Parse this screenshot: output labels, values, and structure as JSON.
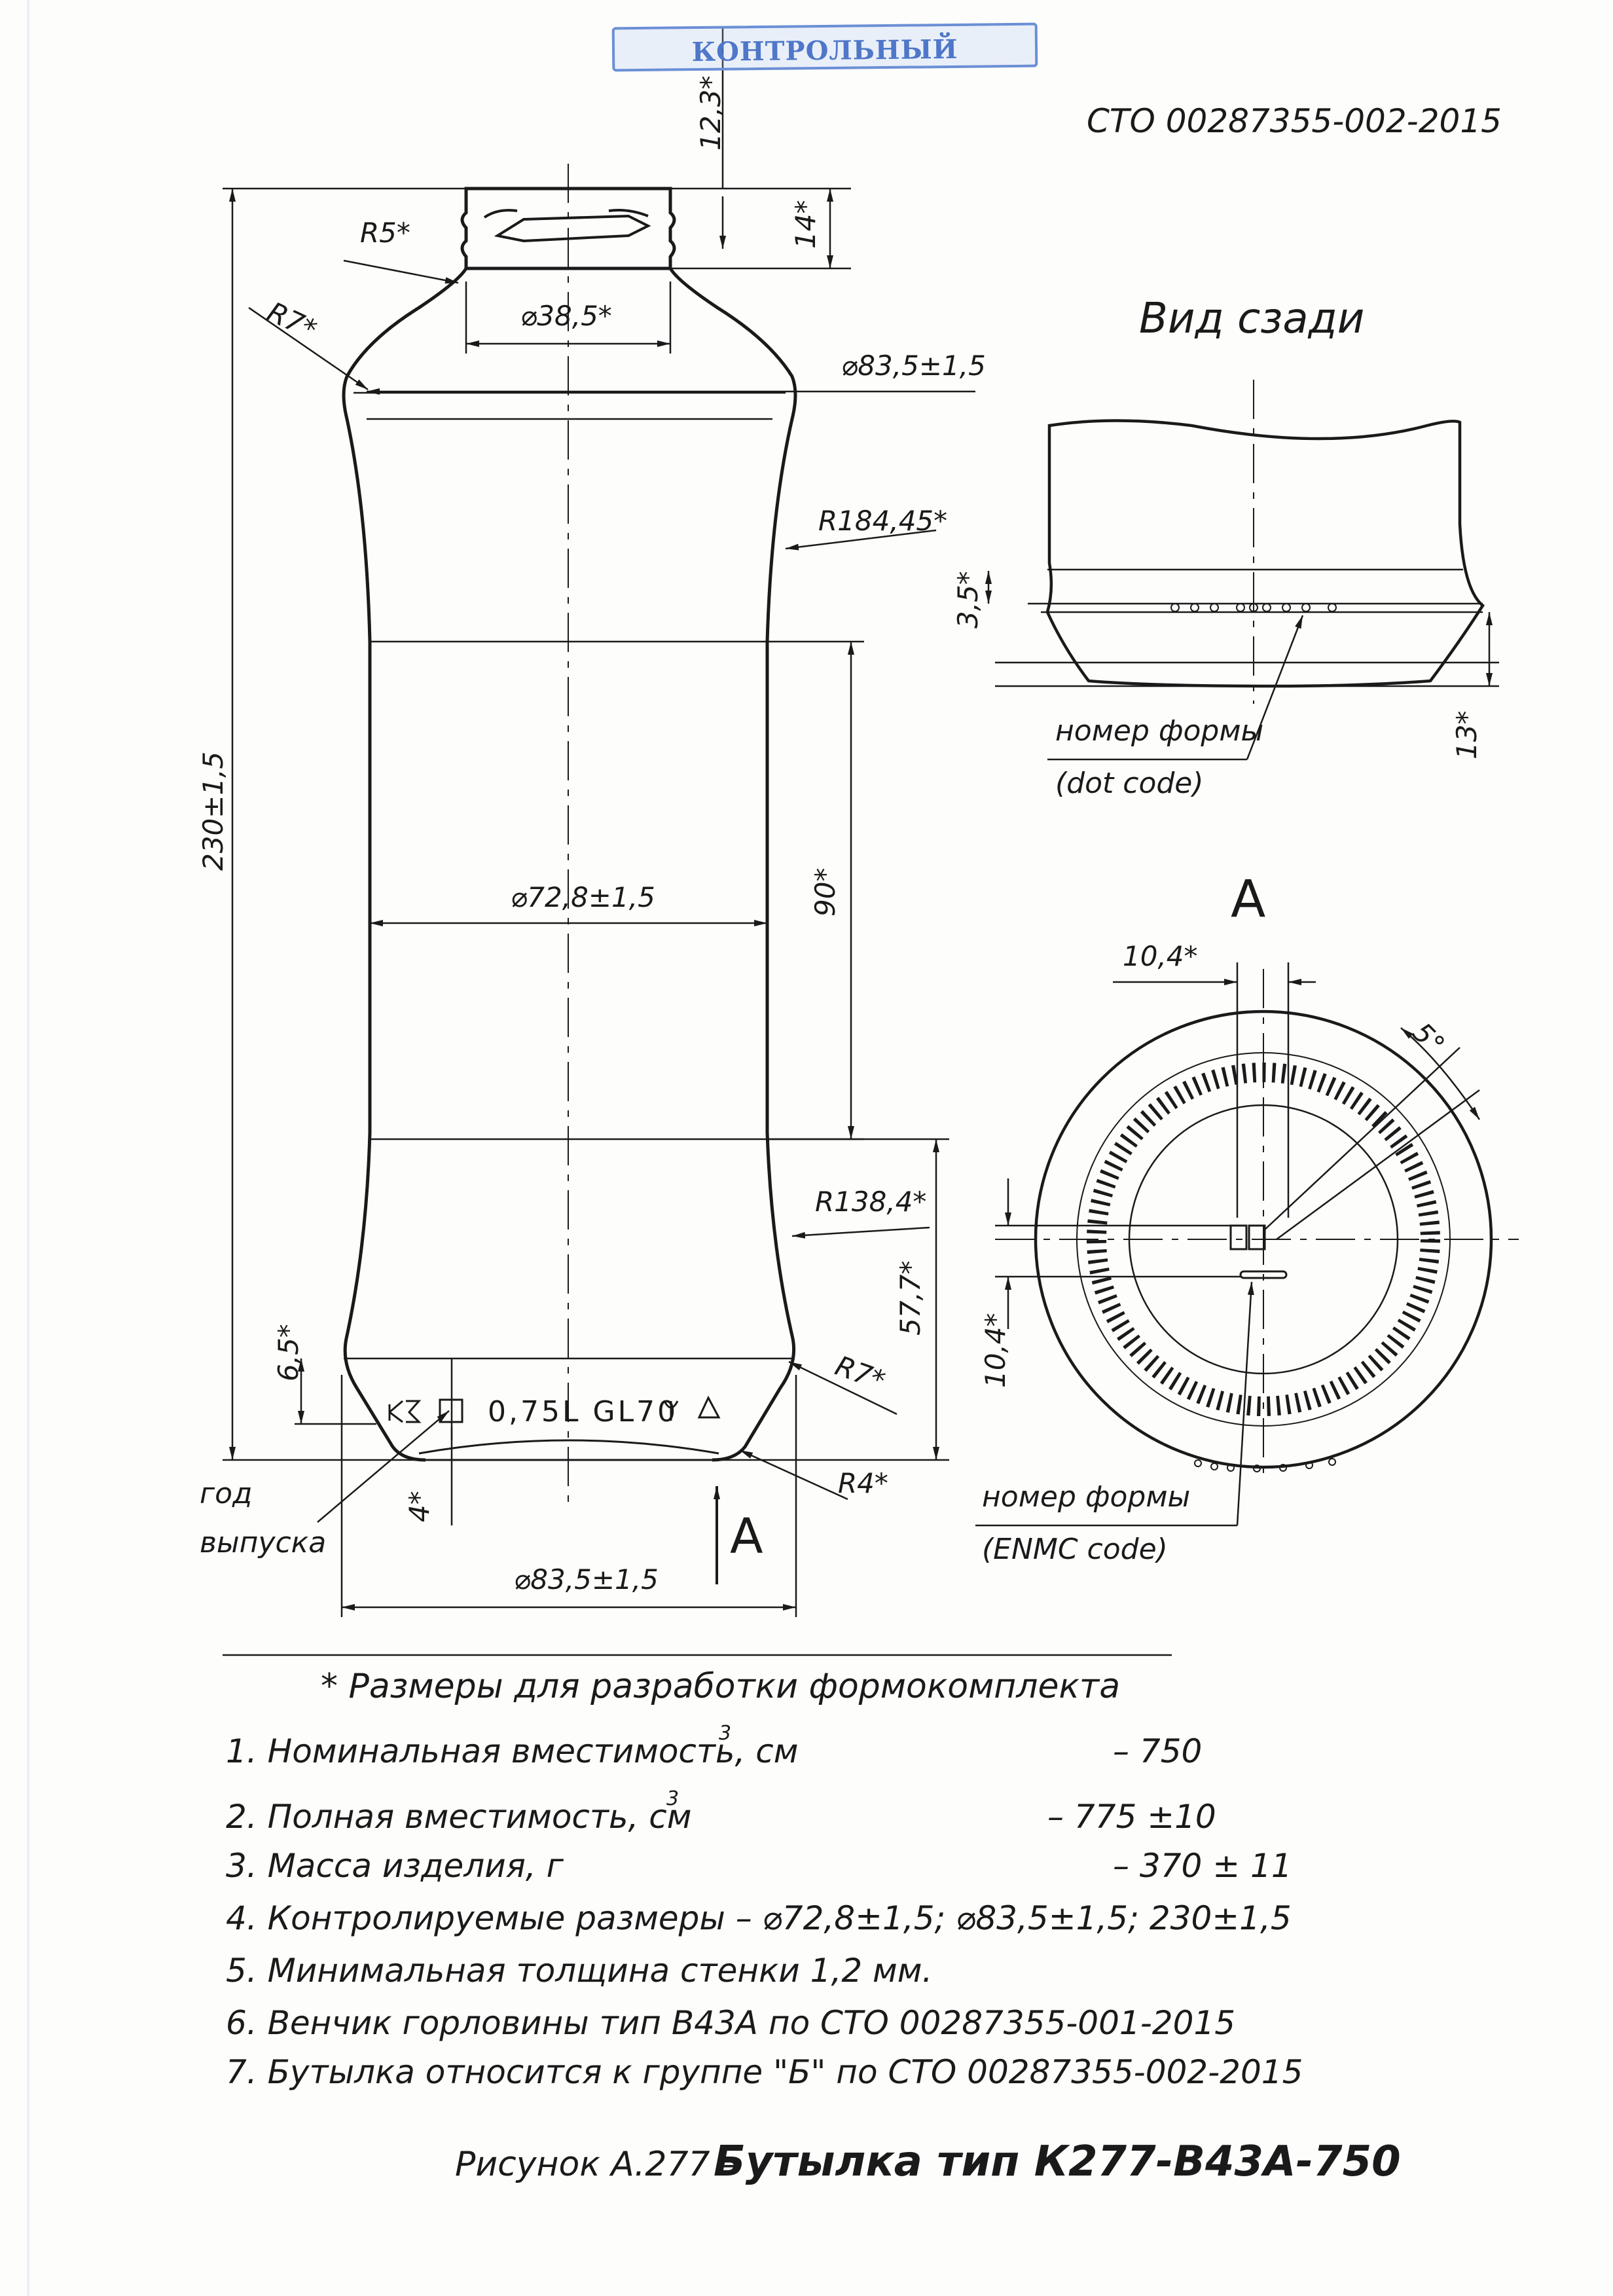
{
  "stamp": {
    "text": "КОНТРОЛЬНЫЙ",
    "color": "#4f77c9"
  },
  "doc": {
    "standard": "СТО 00287355-002-2015"
  },
  "dims": {
    "neck_height": "12,3*",
    "finish_height": "14*",
    "r_neck": "R5*",
    "r_shoulder": "R7*",
    "d_neck": "⌀38,5*",
    "d_shoulder": "⌀83,5±1,5",
    "r_upper": "R184,45*",
    "total_height": "230±1,5",
    "d_body": "⌀72,8±1,5",
    "label_height": "90*",
    "r_lower": "R138,4*",
    "lower_height": "57,7*",
    "r_base": "R7*",
    "r_heel": "R4*",
    "emboss_height": "6,5*",
    "base_offset": "4*",
    "d_base": "⌀83,5±1,5"
  },
  "embossing": {
    "text": "0,75L GL70"
  },
  "labels": {
    "year_line1": "год",
    "year_line2": "выпуска",
    "arrow_a": "A"
  },
  "rear_view": {
    "title": "Вид сзади",
    "dot_height": "3,5*",
    "height_13": "13*",
    "mold_label": "номер формы",
    "mold_sub": "(dot code)"
  },
  "view_a": {
    "title": "A",
    "width": "10,4*",
    "height": "10,4*",
    "angle": "5°",
    "mold_label": "номер формы",
    "mold_sub": "(ENMC code)"
  },
  "notes": {
    "footnote": "* Размеры для разработки формокомплекта",
    "items": [
      {
        "text": "1. Номинальная вместимость, см",
        "sup": "3",
        "value": "– 750"
      },
      {
        "text": "2. Полная вместимость,    см",
        "sup": "3",
        "value": "– 775 ±10"
      },
      {
        "text": "3. Масса изделия, г",
        "value": "– 370 ± 11"
      },
      {
        "text": "4. Контролируемые размеры   – ⌀72,8±1,5; ⌀83,5±1,5; 230±1,5"
      },
      {
        "text": "5. Минимальная толщина стенки 1,2 мм."
      },
      {
        "text": "6. Венчик горловины тип В43А по СТО 00287355-001-2015"
      },
      {
        "text": "7. Бутылка относится к группе \"Б\" по СТО 00287355-002-2015"
      }
    ]
  },
  "caption": {
    "prefix": "Рисунок А.277 –",
    "title": "Бутылка тип К277-В43А-750"
  }
}
